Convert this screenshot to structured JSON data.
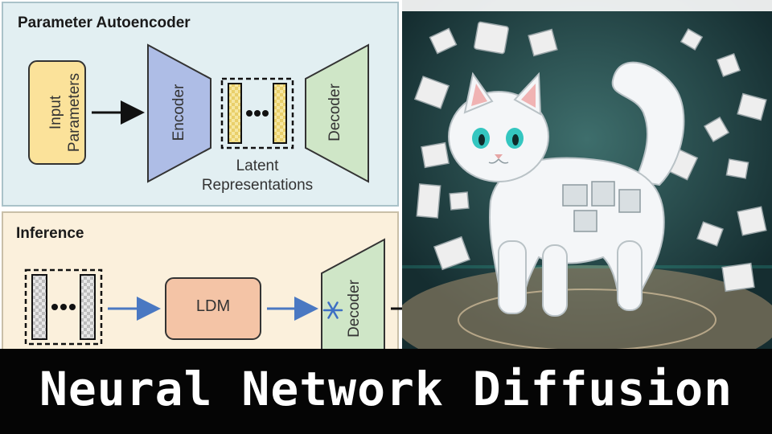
{
  "diagram": {
    "autoencoder": {
      "title": "Parameter Autoencoder",
      "input_label_line1": "Input",
      "input_label_line2": "Parameters",
      "encoder_label": "Encoder",
      "latent_label_line1": "Latent",
      "latent_label_line2": "Representations",
      "decoder_label": "Decoder",
      "colors": {
        "panel_bg": "#e2eff2",
        "input_fill": "#fbe29a",
        "encoder_fill": "#aebde6",
        "decoder_fill": "#cfe6c7"
      }
    },
    "inference": {
      "title": "Inference",
      "ldm_label": "LDM",
      "decoder_label": "Decoder",
      "snowflake_icon": "snowflake-icon",
      "colors": {
        "panel_bg": "#fbf0dc",
        "ldm_fill": "#f4c4a6",
        "arrow": "#4a78c2",
        "snowflake": "#3d6fc4"
      }
    }
  },
  "illustration": {
    "subject_icon": "puzzle-cat-illustration",
    "colors": {
      "background": "#1d3b3e",
      "cat": "#f4f6f8",
      "eyes": "#34c6c0",
      "ears": "#f0b3b3"
    }
  },
  "banner": {
    "title": "Neural Network Diffusion",
    "colors": {
      "background": "#050505",
      "text": "#ffffff"
    }
  }
}
